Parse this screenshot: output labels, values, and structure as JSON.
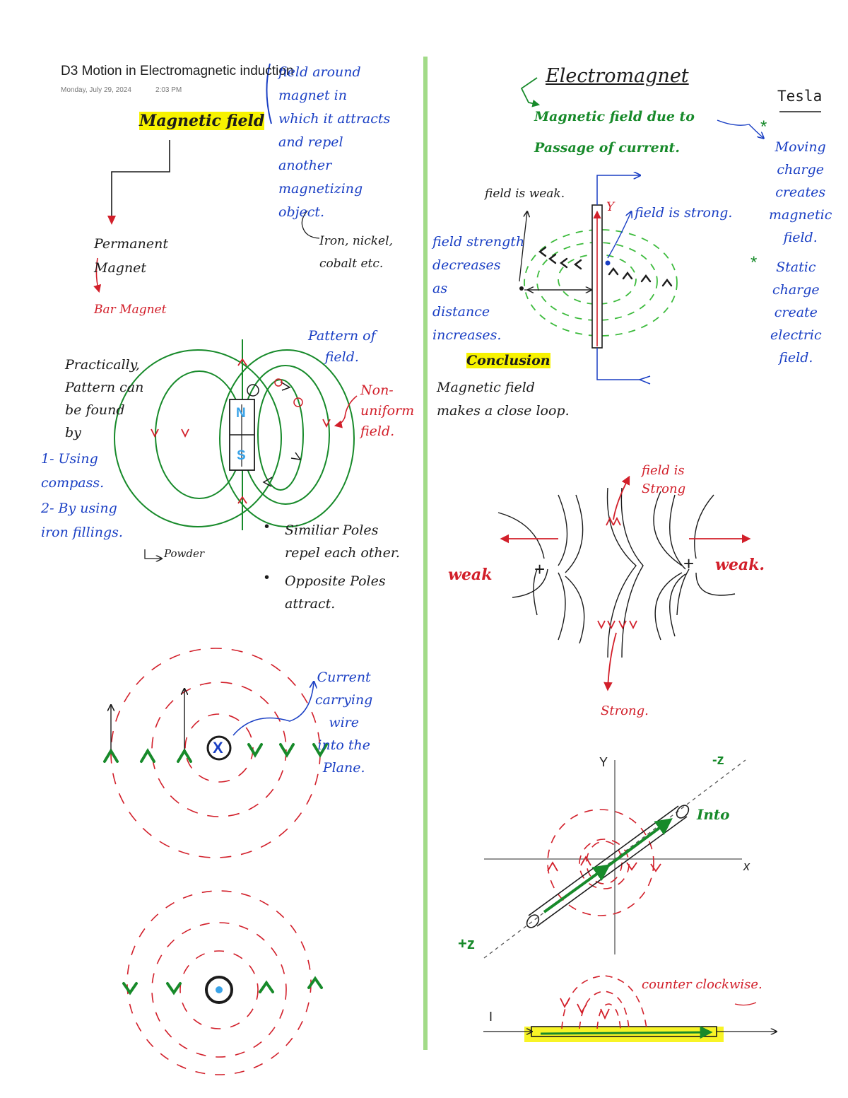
{
  "header": {
    "title": "D3 Motion in Electromagnetic induction",
    "date": "Monday, July 29, 2024",
    "time": "2:03 PM"
  },
  "colors": {
    "ink_blue": "#1a3fc4",
    "ink_green": "#178a2a",
    "ink_red": "#d21f2a",
    "ink_black": "#1b1b1b",
    "highlight": "#f7f200",
    "divider": "#8cd36b"
  },
  "left": {
    "magnetic_field": "Magnetic field",
    "definition": "field around\nmagnet in\nwhich it attracts\nand repel\nanother\nmagnetizing\nobject.",
    "metals": "Iron, nickel,\ncobalt etc.",
    "permanent": "Permanent\nMagnet",
    "bar_magnet": "Bar Magnet",
    "practically": "Practically,\nPattern can\nbe found\nby",
    "method1": "1- Using\ncompass.",
    "method2": "2- By using\niron fillings.",
    "powder": "Powder",
    "pattern": "Pattern of\nfield.",
    "nonuniform": "Non-\nuniform\nfield.",
    "pole_n": "N",
    "pole_s": "S",
    "rule1": "Similiar Poles\nrepel each other.",
    "rule2": "Opposite Poles\nattract.",
    "wire_label": "Current\ncarrying\nwire\ninto the\nPlane.",
    "into_symbol": "X"
  },
  "right": {
    "electromagnet": "Electromagnet",
    "tesla": "Tesla",
    "em_def": "Magnetic field due to\nPassage of current.",
    "moving": "Moving\ncharge\ncreates\nmagnetic\nfield.",
    "static": "Static\ncharge\ncreate\nelectric\nfield.",
    "weak_top": "field is weak.",
    "strong_top": "field is strong.",
    "y_label": "Y",
    "strength": "field strength\ndecreases\nas\ndistance\nincreases.",
    "conclusion": "Conclusion",
    "conclusion_text": "Magnetic field\nmakes a close loop.",
    "field_strong": "field is\nStrong",
    "weak_left": "weak",
    "weak_right": "weak.",
    "strong_bottom": "Strong.",
    "plus": "+",
    "axis_y": "Y",
    "axis_x": "x",
    "minus_z": "-z",
    "plus_z": "+z",
    "into": "Into",
    "counter": "counter clockwise.",
    "current_i": "I"
  }
}
